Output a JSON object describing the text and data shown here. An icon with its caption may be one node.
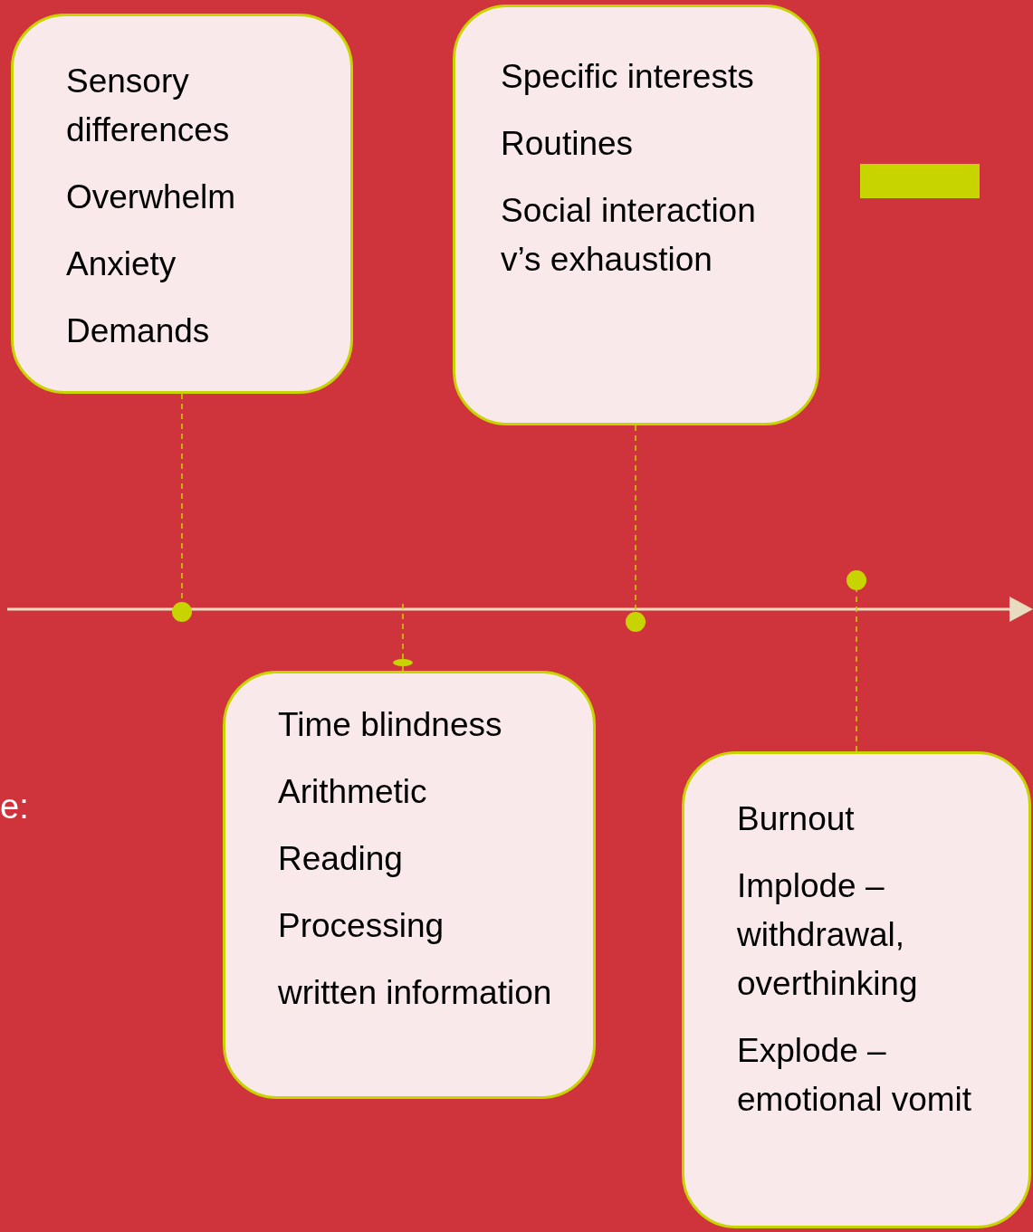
{
  "diagram": {
    "nodes": [
      {
        "text": [
          "Sensory differences",
          "Overwhelm",
          "Anxiety",
          "Demands"
        ]
      },
      {
        "text": [
          "Specific interests",
          "Routines",
          "Social interaction v’s exhaustion"
        ]
      },
      {
        "text": [],
        "shape": "circle"
      },
      {
        "text": [],
        "shape": "circle"
      },
      {
        "text": [],
        "shape": "circle"
      },
      {
        "text": [],
        "shape": "circle"
      },
      {
        "text": [
          "Time blindness",
          "Arithmetic",
          "Reading",
          "Processing",
          "written information"
        ]
      },
      {
        "text": [
          "Burnout",
          "Implode – withdrawal, overthinking",
          "Explode – emotional vomit"
        ]
      }
    ],
    "edges": [
      {
        "from": 0,
        "to": 2,
        "arrow": "none",
        "style": "dashed"
      },
      {
        "from": 1,
        "to": 4,
        "arrow": "none",
        "style": "dashed"
      },
      {
        "from": 6,
        "to": 3,
        "arrow": "none",
        "style": "dashed"
      },
      {
        "from": 7,
        "to": 5,
        "arrow": "none",
        "style": "dashed"
      }
    ],
    "labels": [
      "e:"
    ]
  }
}
